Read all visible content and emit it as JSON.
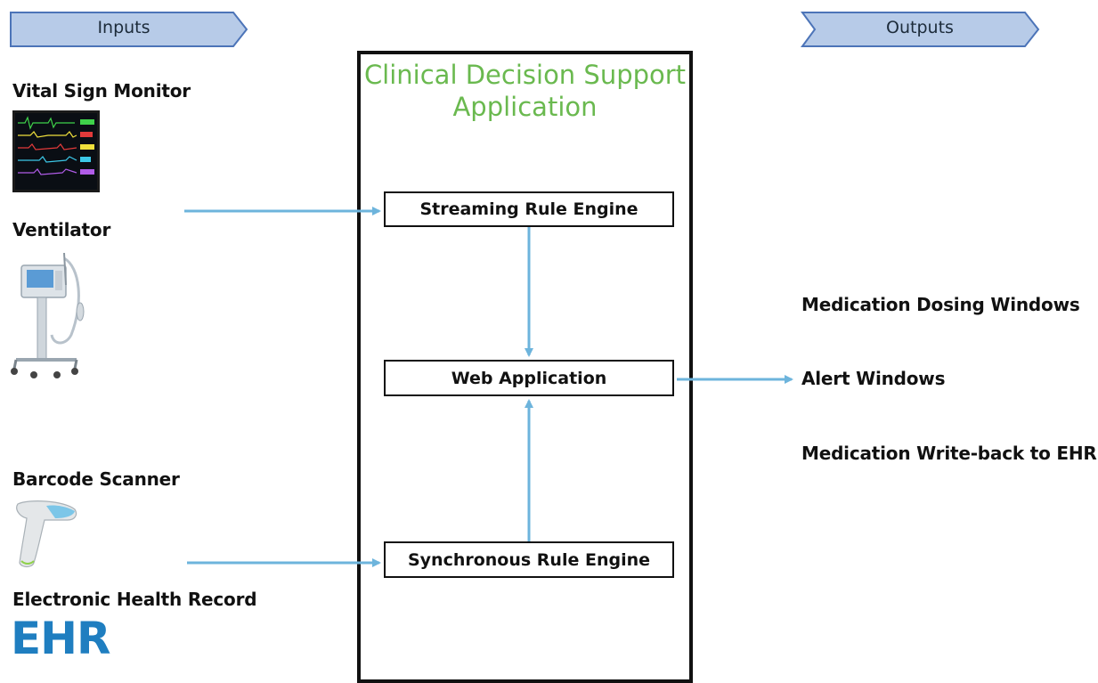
{
  "inputs_header": "Inputs",
  "outputs_header": "Outputs",
  "inputs": {
    "vital_sign_monitor": "Vital Sign Monitor",
    "ventilator": "Ventilator",
    "barcode_scanner": "Barcode Scanner",
    "ehr": "Electronic Health Record",
    "ehr_logo": "EHR"
  },
  "app": {
    "title": "Clinical Decision Support Application",
    "streaming_engine": "Streaming Rule Engine",
    "web_application": "Web Application",
    "synchronous_engine": "Synchronous Rule Engine"
  },
  "outputs": {
    "medication_dosing": "Medication Dosing Windows",
    "alert_windows": "Alert Windows",
    "medication_writeback": "Medication Write-back to EHR"
  },
  "colors": {
    "chevron_fill": "#b7cbe8",
    "chevron_stroke": "#4c74b8",
    "arrow": "#6db4dc",
    "title_green": "#6ab94f",
    "ehr_blue": "#1f7ec0"
  }
}
